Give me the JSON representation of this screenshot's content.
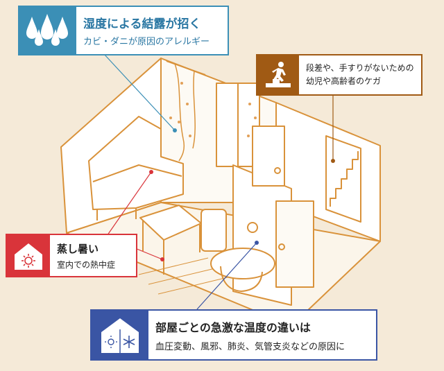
{
  "colors": {
    "background": "#f5ead8",
    "house_line": "#d9923a",
    "humidity": "#3b8fb6",
    "stairs": "#a05a14",
    "heat": "#d9343a",
    "temperature": "#3a55a4"
  },
  "callouts": {
    "humidity": {
      "title": "湿度による結露が招く",
      "subtitle": "カビ・ダニが原因のアレルギー",
      "icon": "water-drops-icon"
    },
    "stairs": {
      "line1": "段差や、手すりがないための",
      "line2": "幼児や高齢者のケガ",
      "icon": "person-climbing-stairs-icon"
    },
    "heat": {
      "title": "蒸し暑い",
      "subtitle": "室内での熱中症",
      "icon": "house-sun-icon"
    },
    "temperature": {
      "title": "部屋ごとの急激な温度の違いは",
      "subtitle": "血圧変動、風邪、肺炎、気管支炎などの原因に",
      "icon": "house-sun-snow-icon"
    }
  }
}
